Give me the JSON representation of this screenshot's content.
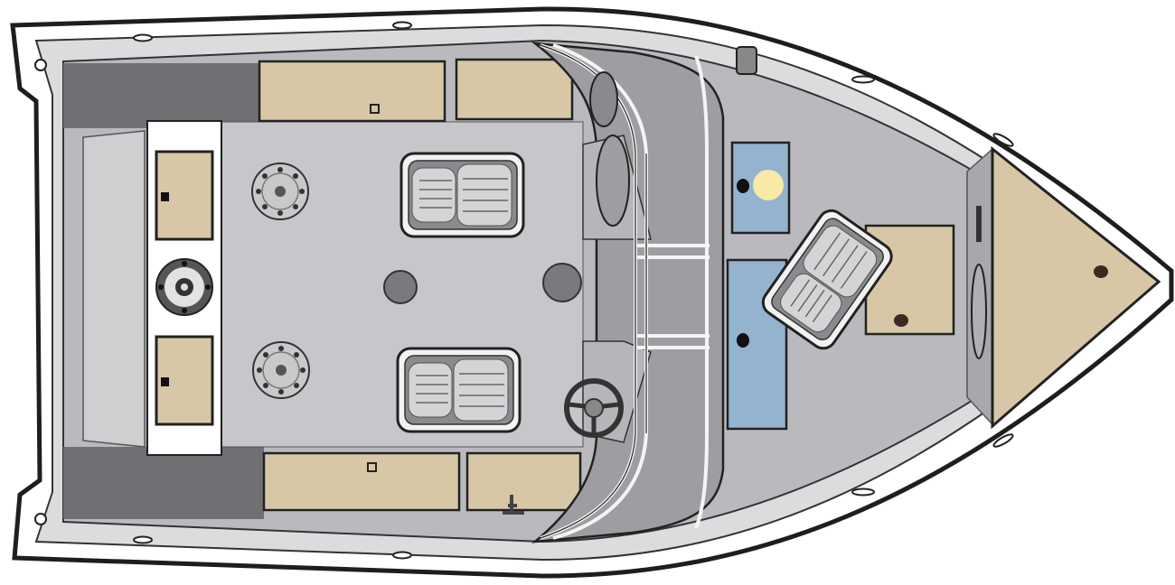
{
  "diagram": {
    "subject": "boat-top-view-layout",
    "colors": {
      "outline": "#1e1e1e",
      "hull": "#ffffff",
      "gunwale": "#dcdcde",
      "deck": "#b9b9be",
      "cockpit_floor": "#c7c7cb",
      "dark_panel": "#707074",
      "storage_tan": "#d8c7a6",
      "blue_panel": "#93b3cf",
      "light": "#f6eaa6",
      "seat_white": "#f2f2f2",
      "seat_gray": "#8a8a8e"
    },
    "components": [
      "hull",
      "transom-bench",
      "stern-storage-hatch",
      "stern-speaker",
      "rear-deck-speaker",
      "side-storage-hatch",
      "passenger-seat",
      "pedestal-base",
      "console",
      "windshield",
      "steering-wheel",
      "livewell",
      "casting-seat",
      "bow-storage-hatch",
      "bow-deck",
      "cleat"
    ]
  }
}
